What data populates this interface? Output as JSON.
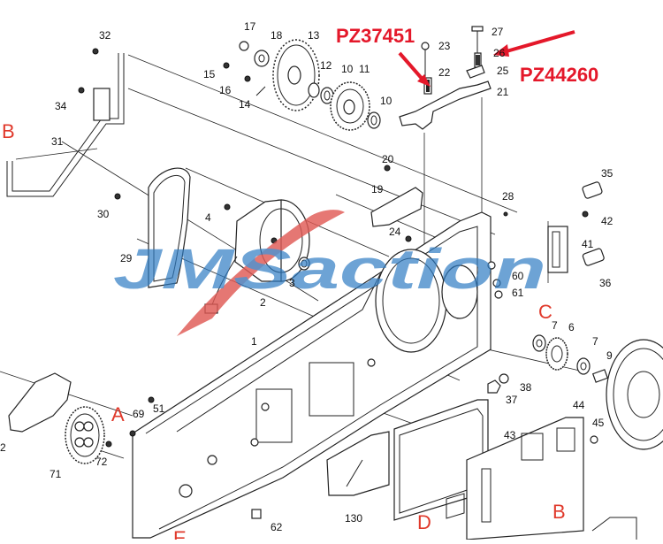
{
  "callouts": {
    "part_a": "PZ37451",
    "part_b": "PZ44260",
    "arrow_color": "#e4182a"
  },
  "watermark": {
    "text": "JMSaction",
    "blue": "#2e7cc4",
    "red": "#e05a55"
  },
  "section_letters": {
    "b_left": "B",
    "c": "C",
    "a": "A",
    "d": "D",
    "b_bottom": "B",
    "e": "E"
  },
  "part_numbers": {
    "n1": "1",
    "n2": "2",
    "n2b": "2",
    "n3": "3",
    "n4": "4",
    "n6": "6",
    "n7a": "7",
    "n7b": "7",
    "n9": "9",
    "n10a": "10",
    "n10b": "10",
    "n11": "11",
    "n12": "12",
    "n13": "13",
    "n14": "14",
    "n15": "15",
    "n16": "16",
    "n17": "17",
    "n18": "18",
    "n19": "19",
    "n20": "20",
    "n21": "21",
    "n22": "22",
    "n23": "23",
    "n24": "24",
    "n25": "25",
    "n26": "26",
    "n27": "27",
    "n28": "28",
    "n29": "29",
    "n30": "30",
    "n31": "31",
    "n32": "32",
    "n34": "34",
    "n35": "35",
    "n36": "36",
    "n37": "37",
    "n38": "38",
    "n41": "41",
    "n42": "42",
    "n43": "43",
    "n44": "44",
    "n45": "45",
    "n51": "51",
    "n60": "60",
    "n61": "61",
    "n62": "62",
    "n69": "69",
    "n71": "71",
    "n72": "72",
    "n130": "130"
  }
}
